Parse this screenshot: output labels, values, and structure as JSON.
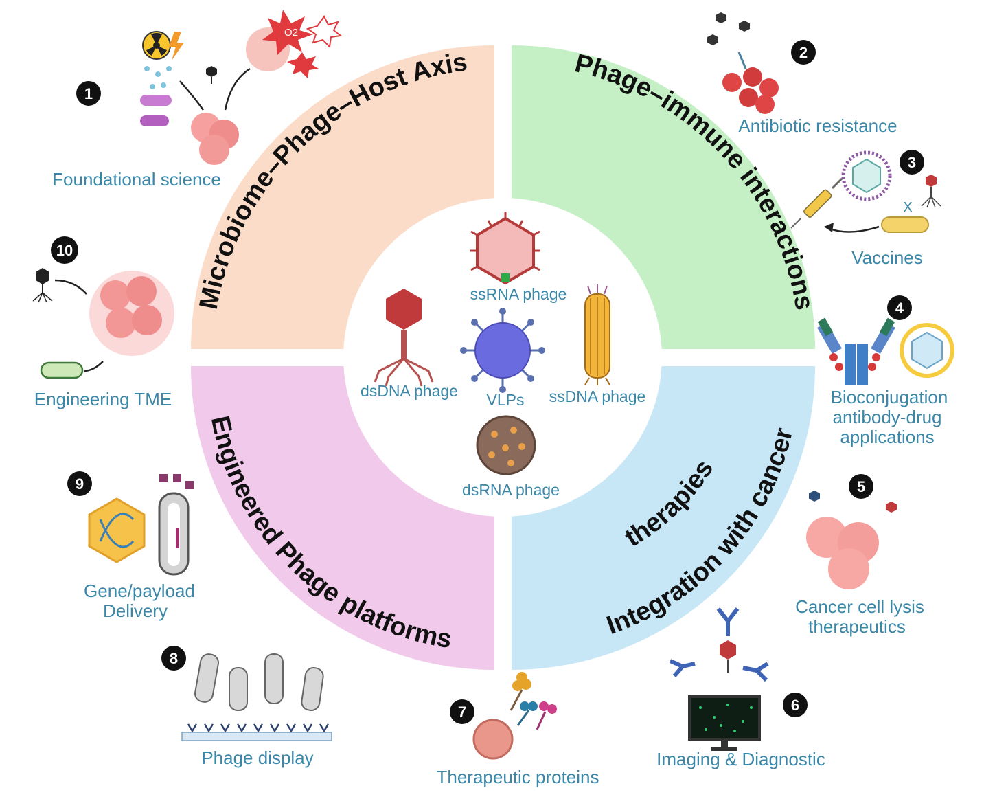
{
  "colors": {
    "q1": "#fbdcc8",
    "q2": "#c5efc4",
    "q3": "#f1c9ea",
    "q4": "#c7e6f6",
    "label": "#3a87a8",
    "badge": "#111111"
  },
  "quadrants": {
    "q1_title": "Microbiome–Phage–Host Axis",
    "q2_title": "Phage–immune interactions",
    "q3_title": "Engineered Phage platforms",
    "q4_title_line1": "Integration with cancer",
    "q4_title_line2": "therapies"
  },
  "center": {
    "ssrna": "ssRNA phage",
    "dsdna": "dsDNA phage",
    "vlps": "VLPs",
    "ssdna": "ssDNA phage",
    "dsrna": "dsRNA phage"
  },
  "items": {
    "i1": {
      "num": "1",
      "label": "Foundational science"
    },
    "i2": {
      "num": "2",
      "label": "Antibiotic resistance"
    },
    "i3": {
      "num": "3",
      "label": "Vaccines",
      "mark": "X"
    },
    "i4": {
      "num": "4",
      "line1": "Bioconjugation",
      "line2": "antibody-drug",
      "line3": "applications"
    },
    "i5": {
      "num": "5",
      "line1": "Cancer cell lysis",
      "line2": "therapeutics"
    },
    "i6": {
      "num": "6",
      "label": "Imaging & Diagnostic"
    },
    "i7": {
      "num": "7",
      "label": "Therapeutic proteins"
    },
    "i8": {
      "num": "8",
      "label": "Phage display"
    },
    "i9": {
      "num": "9",
      "line1": "Gene/payload",
      "line2": "Delivery"
    },
    "i10": {
      "num": "10",
      "label": "Engineering TME"
    }
  },
  "icons": {
    "o2": "O2"
  }
}
